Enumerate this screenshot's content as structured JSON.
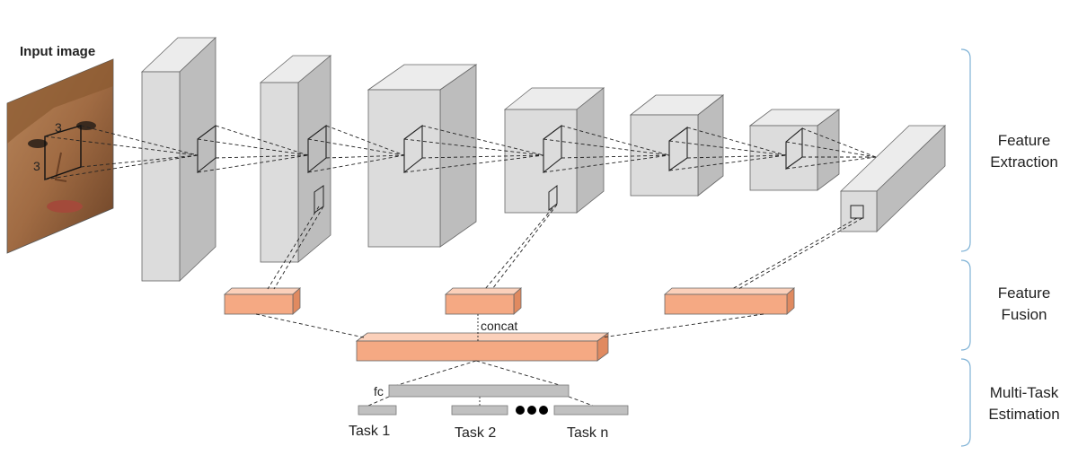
{
  "input": {
    "label": "Input image",
    "kernel_w": "3",
    "kernel_h": "3"
  },
  "stages": [
    {
      "label": "Feature",
      "label2": "Extraction"
    },
    {
      "label": "Feature",
      "label2": "Fusion"
    },
    {
      "label": "Multi-Task",
      "label2": "Estimation"
    }
  ],
  "fusion": {
    "concat_label": "concat"
  },
  "fc": {
    "label": "fc"
  },
  "tasks": [
    "Task 1",
    "Task 2",
    "Task n"
  ],
  "colors": {
    "block_front": "#dcdcdc",
    "block_side": "#bdbdbd",
    "block_top": "#ececec",
    "fusion_front": "#f5a983",
    "fusion_side": "#e08a60",
    "fusion_top": "#fbd0ba",
    "fc_bar": "#c0c0c0",
    "bracket": "#7fb2d6"
  }
}
